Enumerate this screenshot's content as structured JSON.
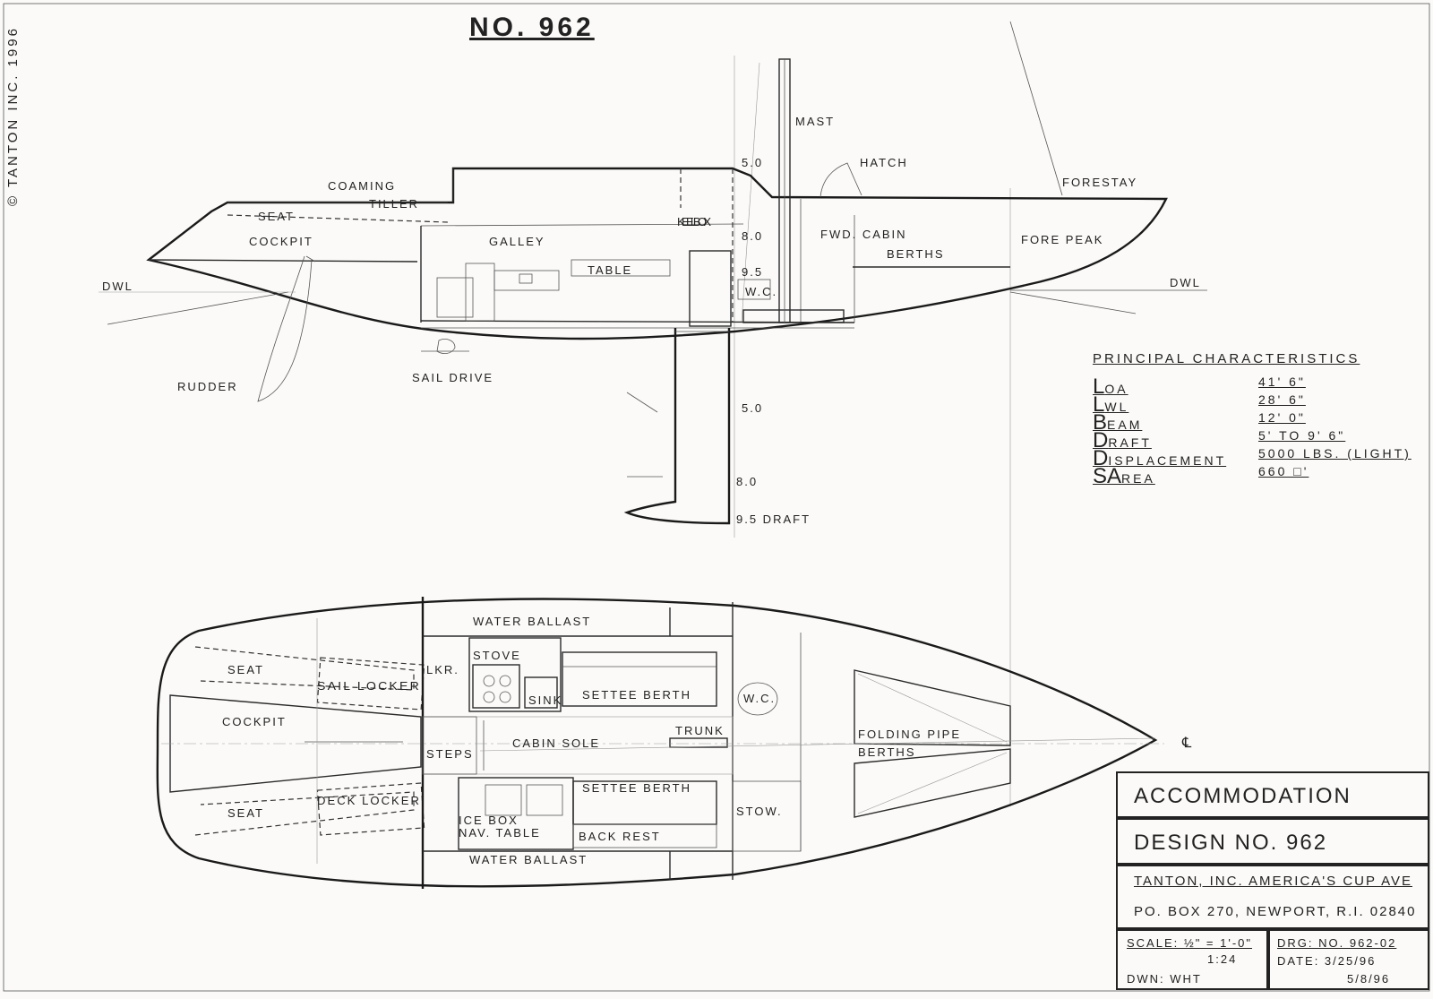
{
  "page_title": "NO. 962",
  "copyright": "© TANTON INC. 1996",
  "profile_labels": {
    "coaming": "COAMING",
    "tiller": "TILLER",
    "seat": "SEAT",
    "cockpit": "COCKPIT",
    "galley": "GALLEY",
    "table": "TABLE",
    "keel_box": "KEEL BOX",
    "mast": "MAST",
    "hatch": "HATCH",
    "forestay": "FORESTAY",
    "fwd_cabin": "FWD. CABIN",
    "berths": "BERTHS",
    "fore_peak": "FORE PEAK",
    "wc": "W.C.",
    "dwl_left": "DWL",
    "dwl_right": "DWL",
    "rudder": "RUDDER",
    "sail_drive": "SAIL DRIVE",
    "draft_50_top": "5.0",
    "draft_80_top": "8.0",
    "draft_95_top": "9.5",
    "draft_50": "5.0",
    "draft_80": "8.0",
    "draft_95": "9.5 DRAFT"
  },
  "principal_characteristics": {
    "heading": "PRINCIPAL CHARACTERISTICS",
    "rows": [
      {
        "initial": "L",
        "rest": "OA",
        "value": "41' 6\""
      },
      {
        "initial": "L",
        "rest": "WL",
        "value": "28' 6\""
      },
      {
        "initial": "B",
        "rest": "EAM",
        "value": "12' 0\""
      },
      {
        "initial": "D",
        "rest": "RAFT",
        "value": "5' TO 9' 6\""
      },
      {
        "initial": "D",
        "rest": "ISPLACEMENT",
        "value": "5000 LBS. (LIGHT)"
      },
      {
        "initial": "SA",
        "rest": "REA",
        "value": "660 □'"
      }
    ]
  },
  "plan_labels": {
    "water_ballast_top": "WATER BALLAST",
    "water_ballast_bottom": "WATER BALLAST",
    "stove": "STOVE",
    "lkr": "LKR.",
    "sink": "SINK",
    "settee_berth_top": "SETTEE BERTH",
    "settee_berth_bottom": "SETTEE BERTH",
    "wc": "W.C.",
    "trunk": "TRUNK",
    "cabin_sole": "CABIN SOLE",
    "steps": "STEPS",
    "seat_top": "SEAT",
    "seat_bottom": "SEAT",
    "sail_locker": "SAIL LOCKER",
    "cockpit": "COCKPIT",
    "deck_locker": "DECK LOCKER",
    "ice_box": "ICE BOX",
    "nav_table": "NAV. TABLE",
    "back_rest": "BACK REST",
    "stow": "STOW.",
    "folding_pipe": "FOLDING PIPE",
    "berths": "BERTHS",
    "centerline": "℄"
  },
  "title_block": {
    "title": "ACCOMMODATION",
    "design": "DESIGN NO. 962",
    "company": "TANTON, INC. AMERICA'S CUP AVE",
    "address": "PO. BOX 270, NEWPORT, R.I. 02840",
    "scale_label": "SCALE: ½\" = 1'-0\"",
    "scale_ratio": "1:24",
    "drawn": "DWN: WHT",
    "drawing_no": "DRG: NO. 962-02",
    "date_label": "DATE: 3/25/96",
    "date_revised": "5/8/96"
  }
}
